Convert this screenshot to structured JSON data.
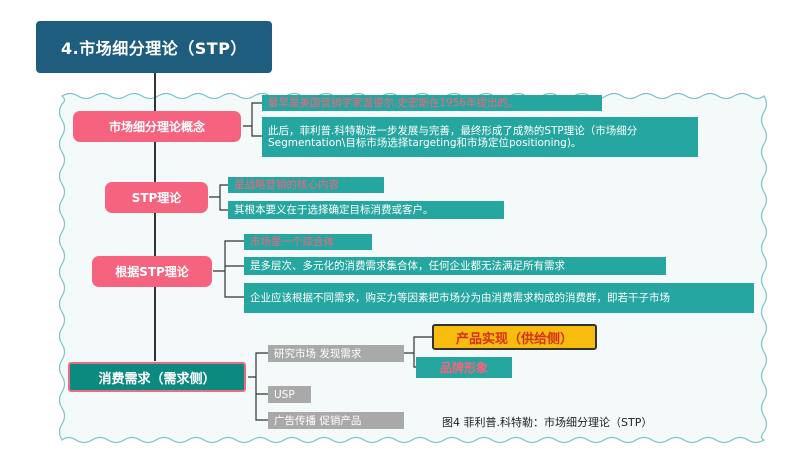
{
  "title": "4.市场细分理论（STP）",
  "nodes": {
    "concept": "市场细分理论概念",
    "stp": "STP理论",
    "basis": "根据STP理论",
    "demand": "消费需求（需求侧）"
  },
  "leaves": {
    "concept_1": "最早是美国营销学家温德尔.史密斯在1956年提出的。",
    "concept_2": "此后，菲利普.科特勒进一步发展与完善，最终形成了成熟的STP理论（市场细分Segmentation\\目标市场选择targeting和市场定位positioning)。",
    "stp_1": "是战略营销的核心内容",
    "stp_2": "其根本要义在于选择确定目标消费或客户。",
    "basis_1": "市场是一个综合体",
    "basis_2": "是多层次、多元化的消费需求集合体，任何企业都无法满足所有需求",
    "basis_3": "企业应该根据不同需求，购买力等因素把市场分为由消费需求构成的消费群，即若干子市场",
    "demand_1": "研究市场  发现需求",
    "demand_2": "USP",
    "demand_3": "广告传播  促销产品",
    "supply": "产品实现（供给侧）",
    "brand": "品牌形象"
  },
  "caption": "图4 菲利普.科特勒：市场细分理论（STP）",
  "colors": {
    "title_bg": "#1f5d7e",
    "pink": "#f5637f",
    "teal": "#26a6a0",
    "dark_teal": "#0c8a80",
    "gray": "#a9a9a9",
    "yellow": "#f7bc0e"
  }
}
